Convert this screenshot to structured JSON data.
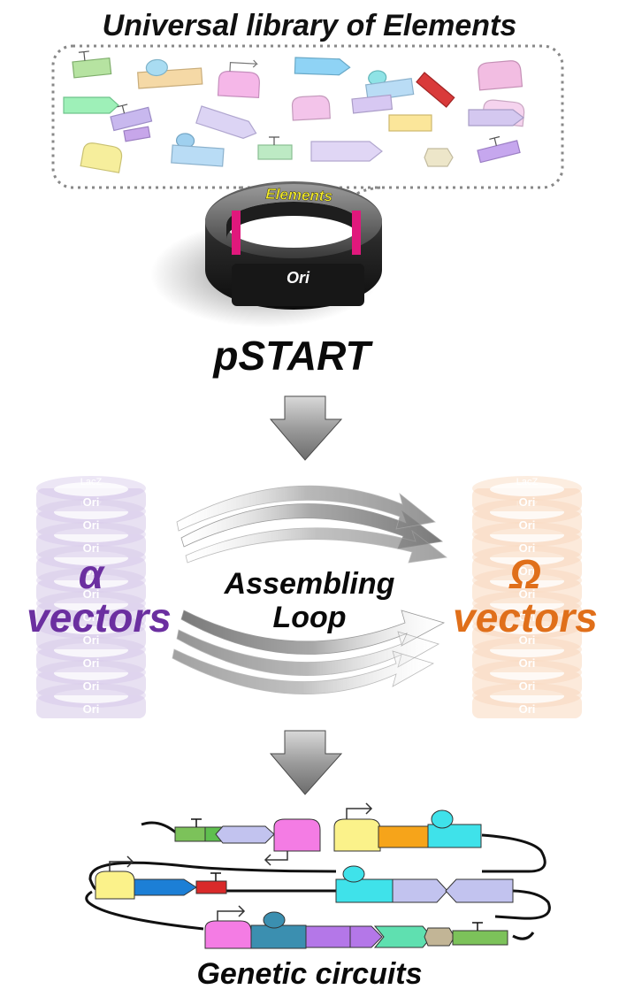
{
  "title": "Universal library of Elements",
  "plasmid": {
    "name": "pSTART",
    "ring_labels": {
      "top": "Elements",
      "bottom": "Ori"
    }
  },
  "stacks": {
    "alpha": {
      "symbol": "α",
      "word": "vectors",
      "ring_top": "LacZ",
      "ring_bottom": "Ori",
      "color": "#6b2fa0"
    },
    "omega": {
      "symbol": "Ω",
      "word": "vectors",
      "ring_top": "LacZ",
      "ring_bottom": "Ori",
      "color": "#e06f1a"
    }
  },
  "loop": {
    "line1": "Assembling",
    "line2": "Loop"
  },
  "bottom_label": "Genetic circuits"
}
